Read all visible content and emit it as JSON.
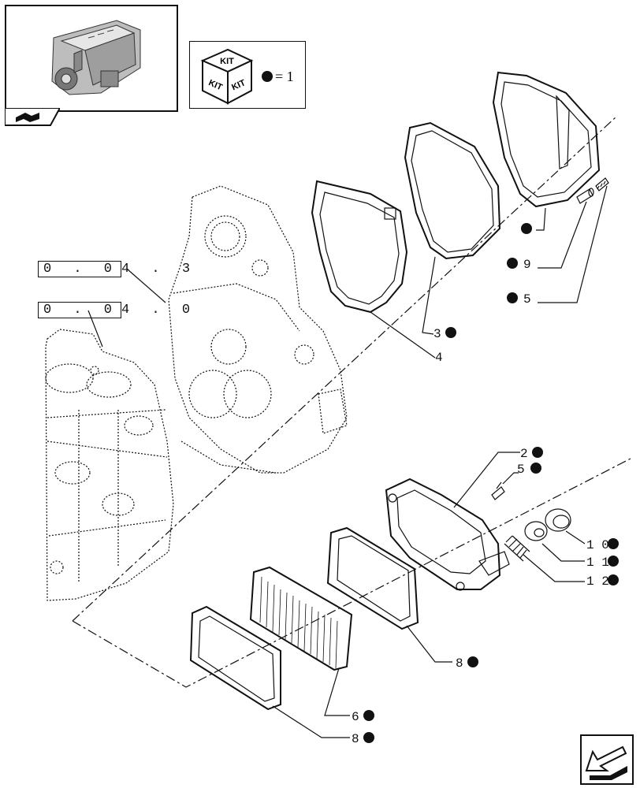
{
  "reference_labels": [
    {
      "boxed": "0 . 0",
      "rest": "4 . 3"
    },
    {
      "boxed": "0 . 0",
      "rest": "4 . 0"
    }
  ],
  "kit_legend": {
    "cube_words": [
      "KIT",
      "KIT",
      "KIT"
    ],
    "equals_text": "= 1"
  },
  "callouts": [
    {
      "number": "9",
      "kit": true
    },
    {
      "number": "5",
      "kit": true
    },
    {
      "number": "3",
      "kit": true
    },
    {
      "number": "4",
      "kit": false
    },
    {
      "number": "2",
      "kit": true
    },
    {
      "number": "5",
      "kit": true
    },
    {
      "number": "1 0",
      "kit": true
    },
    {
      "number": "1 1",
      "kit": true
    },
    {
      "number": "1 2",
      "kit": true
    },
    {
      "number": "8",
      "kit": true
    },
    {
      "number": "6",
      "kit": true
    },
    {
      "number": "8",
      "kit": true
    }
  ]
}
